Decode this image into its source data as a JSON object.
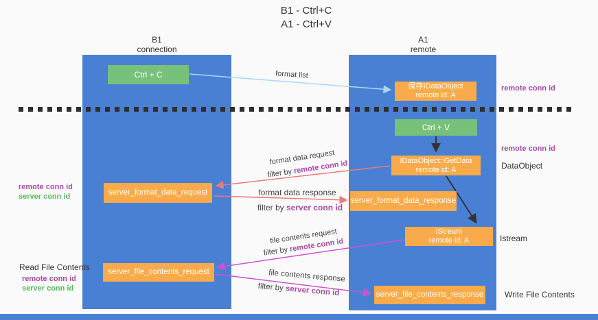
{
  "title": {
    "line1": "B1 - Ctrl+C",
    "line2": "A1 - Ctrl+V"
  },
  "lanes": {
    "left": {
      "header_line1": "B1",
      "header_line2": "connection"
    },
    "right": {
      "header_line1": "A1",
      "header_line2": "remote"
    }
  },
  "boxes": {
    "ctrl_c": "Ctrl + C",
    "ctrl_v": "Ctrl + V",
    "save_idataobject": {
      "line1": "保存IDataObject",
      "line2": "remote id: A"
    },
    "getdata": {
      "line1": "IDataObject::GetData",
      "line2": "remote id: A"
    },
    "istream": {
      "line1": "IStream",
      "line2": "remote id: A"
    },
    "server_format_data_request": "server_format_data_request",
    "server_format_data_response": "server_format_data_response",
    "server_file_contents_request": "server_file_contents_request",
    "server_file_contents_response": "server_file_contents_response"
  },
  "arrow_labels": {
    "format_list": "format list",
    "format_data_request": "format data request",
    "format_data_response": "format data response",
    "file_contents_request": "file contents request",
    "file_contents_response": "file contents response",
    "filter_by": "filter by",
    "remote_conn_id": "remote conn id",
    "server_conn_id": "server conn id"
  },
  "side_labels": {
    "remote_conn_id": "remote conn id",
    "server_conn_id": "server conn id",
    "dataobject": "DataObject",
    "istream": "Istream",
    "read_file_contents": "Read File Contents",
    "write_file_contents": "Write File Contents"
  },
  "colors": {
    "lane_blue": "#4a80d3",
    "box_orange": "#f9ab4b",
    "box_green": "#77c17a",
    "purple_text": "#a64ca6",
    "green_text": "#57b957",
    "arrow_red": "#e87b7b",
    "arrow_magenta": "#cf52cf",
    "arrow_lightblue": "#a9d7f5",
    "arrow_black": "#333333",
    "background": "#fafafa"
  }
}
